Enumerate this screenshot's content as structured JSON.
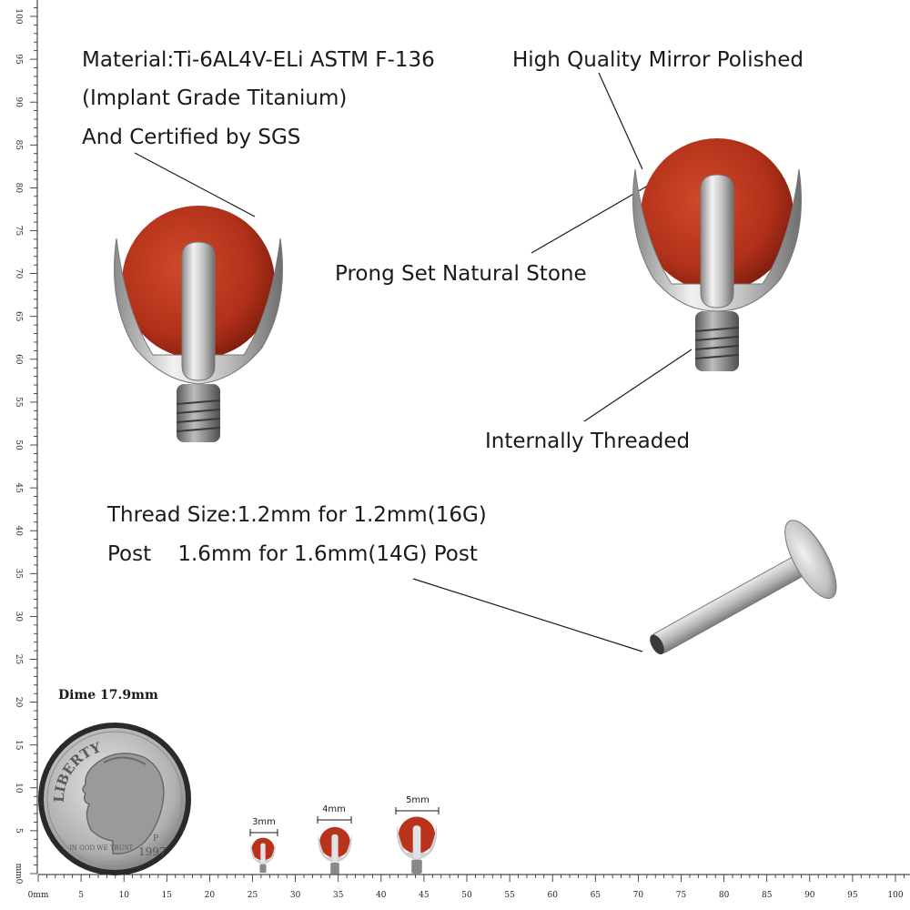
{
  "labels": {
    "material_line1": "Material:Ti-6AL4V-ELi ASTM F-136",
    "material_line2": "(Implant Grade Titanium)",
    "material_line3": "And Certified by SGS",
    "mirror": "High Quality Mirror Polished",
    "prong": "Prong Set Natural Stone",
    "threaded": "Internally Threaded",
    "thread_line1": "Thread Size:1.2mm for 1.2mm(16G)",
    "thread_line2": "Post    1.6mm for 1.6mm(14G) Post"
  },
  "dime": {
    "label": "Dime 17.9mm",
    "coin_words": [
      "LIBERTY",
      "IN GOD WE TRUST",
      "1997",
      "P"
    ]
  },
  "sizes": [
    {
      "label": "3mm"
    },
    {
      "label": "4mm"
    },
    {
      "label": "5mm"
    }
  ],
  "ruler": {
    "unit": "mm",
    "bottom_ticks": [
      "0mm",
      "5",
      "10",
      "15",
      "20",
      "25",
      "30",
      "35",
      "40",
      "45",
      "50",
      "55",
      "60",
      "65",
      "70",
      "75",
      "80",
      "85",
      "90",
      "95",
      "100"
    ],
    "left_ticks": [
      "mm0",
      "5",
      "10",
      "15",
      "20",
      "25",
      "30",
      "35",
      "40",
      "45",
      "50",
      "55",
      "60",
      "65",
      "70",
      "75",
      "80",
      "85",
      "90",
      "95",
      "100"
    ]
  },
  "colors": {
    "stone": "#b8321c",
    "stone_dark": "#7e1e0e",
    "metal": "#c8c8c8",
    "metal_dark": "#6a6a6a",
    "ink": "#1a1a1a"
  }
}
